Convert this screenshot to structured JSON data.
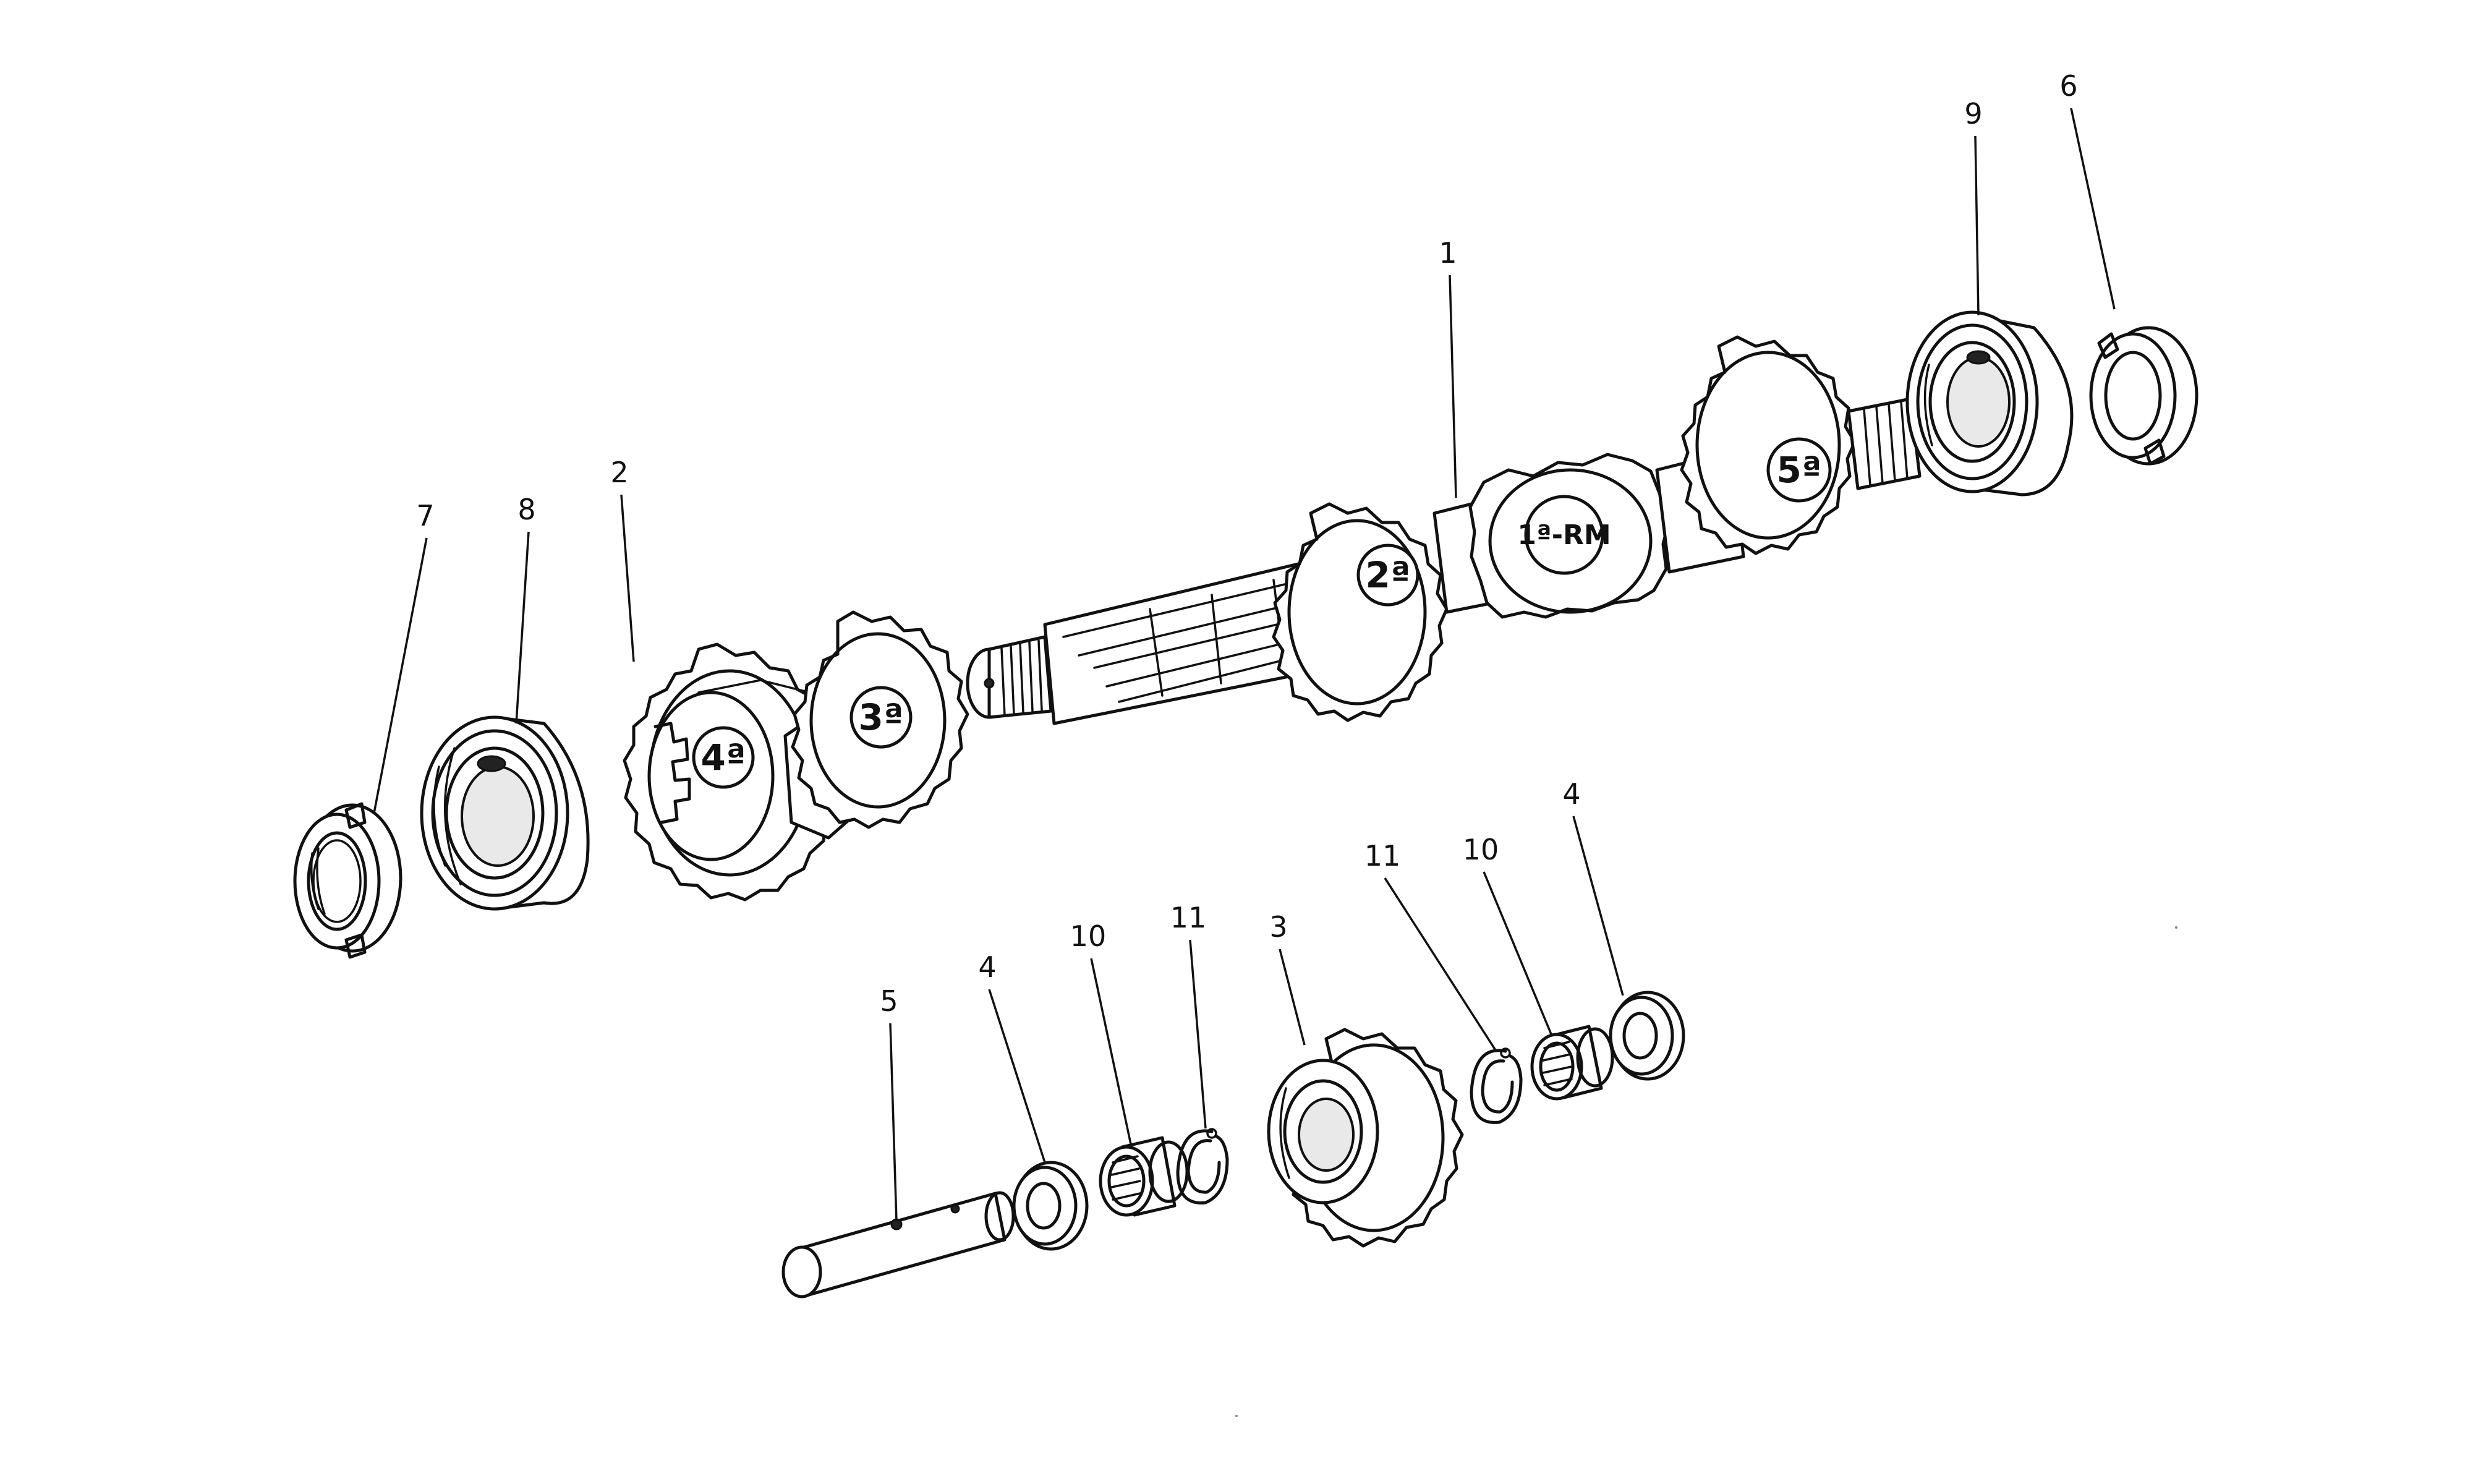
{
  "callouts": {
    "c1": "1",
    "c2": "2",
    "c3": "3",
    "c4a": "4",
    "c4b": "4",
    "c5": "5",
    "c6": "6",
    "c7": "7",
    "c8": "8",
    "c9": "9",
    "c10a": "10",
    "c10b": "10",
    "c11a": "11",
    "c11b": "11"
  },
  "gear_marks": {
    "g4": "4ª",
    "g3": "3ª",
    "g2": "2ª",
    "g1rm": "1ª-RM",
    "g5": "5ª"
  }
}
